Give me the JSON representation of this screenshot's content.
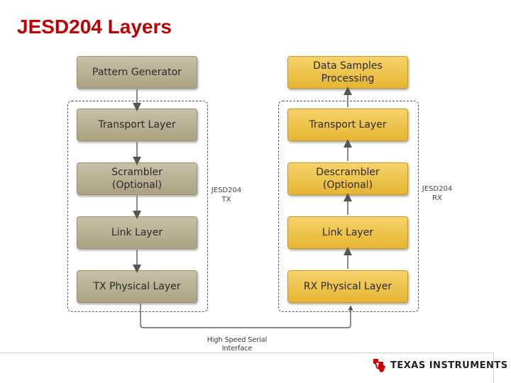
{
  "slide": {
    "title": "JESD204 Layers"
  },
  "tx_stack": {
    "label": "JESD204\nTX",
    "boxes": [
      "Pattern Generator",
      "Transport Layer",
      "Scrambler\n(Optional)",
      "Link Layer",
      "TX Physical Layer"
    ]
  },
  "rx_stack": {
    "label": "JESD204\nRX",
    "boxes": [
      "Data Samples\nProcessing",
      "Transport Layer",
      "Descrambler\n(Optional)",
      "Link Layer",
      "RX Physical Layer"
    ]
  },
  "interface_label": "High Speed Serial\nInterface",
  "footer": {
    "brand": "TEXAS INSTRUMENTS"
  },
  "colors": {
    "title": "#c00000",
    "tx_box": "#b4ad8f",
    "rx_box": "#edc445"
  }
}
